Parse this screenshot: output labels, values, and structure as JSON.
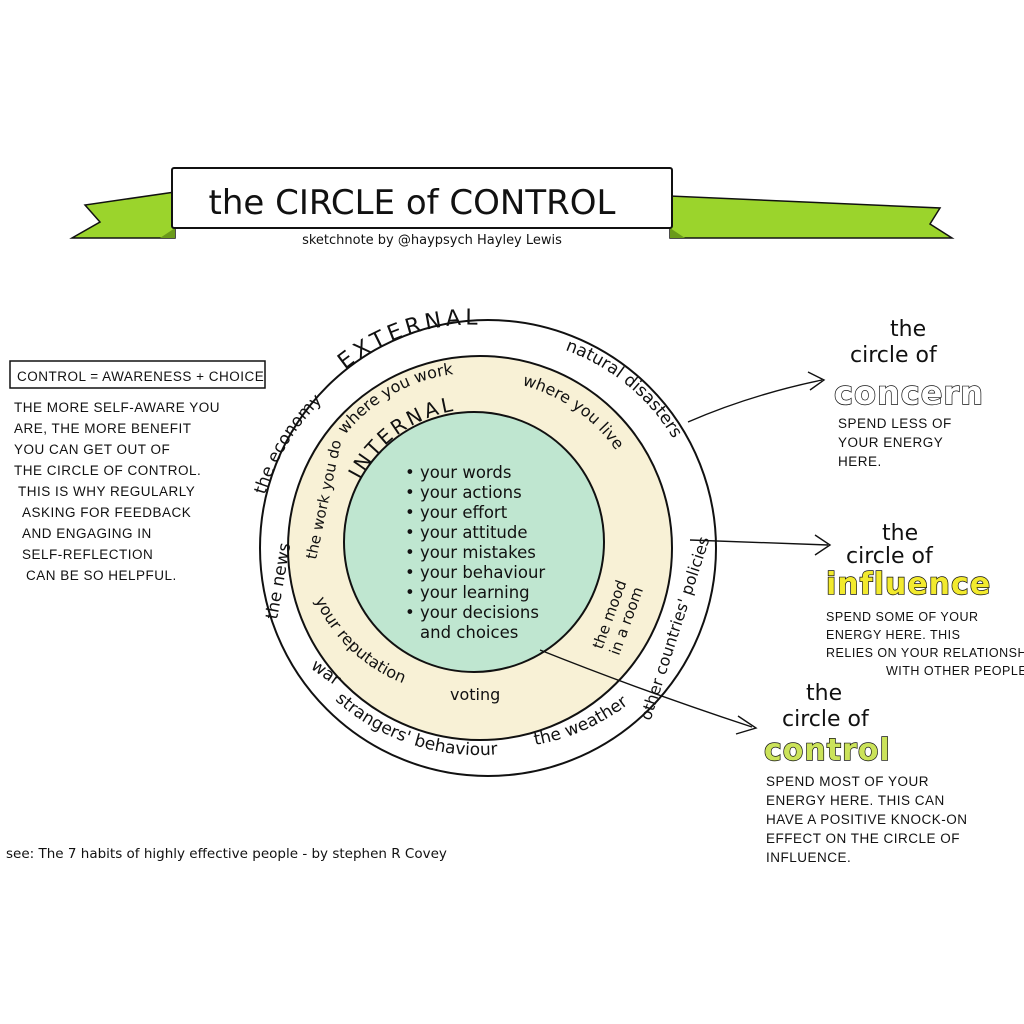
{
  "title": "the CIRCLE of CONTROL",
  "subtitle": "sketchnote by @haypsych Hayley Lewis",
  "left_note": {
    "heading": "CONTROL = AWARENESS + CHOICE",
    "lines": [
      "THE MORE SELF-AWARE YOU",
      "ARE, THE MORE BENEFIT",
      "YOU CAN GET OUT OF",
      "THE CIRCLE OF CONTROL.",
      "THIS IS WHY REGULARLY",
      "ASKING FOR FEEDBACK",
      "AND ENGAGING IN",
      "SELF-REFLECTION",
      "CAN BE SO HELPFUL."
    ]
  },
  "outer_ring": {
    "label": "EXTERNAL",
    "items": {
      "natural_disasters": "natural disasters",
      "other_countries": "other countries' policies",
      "the_weather": "the weather",
      "strangers": "strangers' behaviour",
      "war": "war",
      "the_news": "the news",
      "the_economy": "the economy"
    }
  },
  "middle_ring": {
    "items": {
      "where_you_work": "where you work",
      "where_you_live": "where you live",
      "mood_line1": "the mood",
      "mood_line2": "in a room",
      "voting": "voting",
      "reputation": "your reputation",
      "work_you_do": "the work you do"
    }
  },
  "inner_circle": {
    "label": "INTERNAL",
    "items": [
      "• your words",
      "• your actions",
      "• your effort",
      "• your attitude",
      "• your mistakes",
      "• your behaviour",
      "• your learning",
      "• your decisions",
      "and choices"
    ]
  },
  "concern": {
    "the": "the",
    "circle_of": "circle of",
    "word": "concern",
    "desc": [
      "SPEND LESS OF",
      "YOUR ENERGY",
      "HERE."
    ]
  },
  "influence": {
    "the": "the",
    "circle_of": "circle of",
    "word": "influence",
    "desc": [
      "SPEND SOME OF YOUR",
      "ENERGY HERE. THIS",
      "RELIES ON YOUR RELATIONSHI",
      "WITH OTHER PEOPLE"
    ]
  },
  "control": {
    "the": "the",
    "circle_of": "circle of",
    "word": "control",
    "desc": [
      "SPEND MOST OF YOUR",
      "ENERGY HERE. THIS CAN",
      "HAVE A POSITIVE KNOCK-ON",
      "EFFECT ON THE CIRCLE OF",
      "INFLUENCE."
    ]
  },
  "footer": "see: The 7 habits of highly effective people - by stephen R Covey",
  "colors": {
    "outer_fill": "#ffffff",
    "middle_fill": "#f8f1d6",
    "inner_fill": "#bfe6d0",
    "ribbon_green": "#9bd42c",
    "influence_yellow": "#f2ea2e",
    "control_green": "#cbe35a",
    "ink": "#111111"
  }
}
